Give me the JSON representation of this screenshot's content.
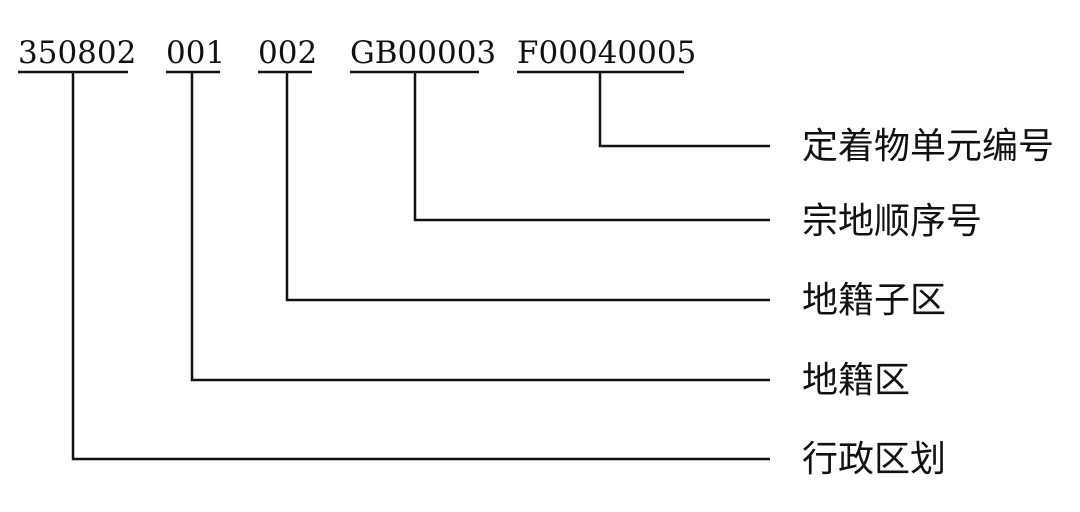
{
  "segments": [
    {
      "code": "350802",
      "label": "行政区划"
    },
    {
      "code": "001",
      "label": "地籍区"
    },
    {
      "code": "002",
      "label": "地籍子区"
    },
    {
      "code": "GB00003",
      "label": "宗地顺序号"
    },
    {
      "code": "F00040005",
      "label": "定着物单元编号"
    }
  ]
}
